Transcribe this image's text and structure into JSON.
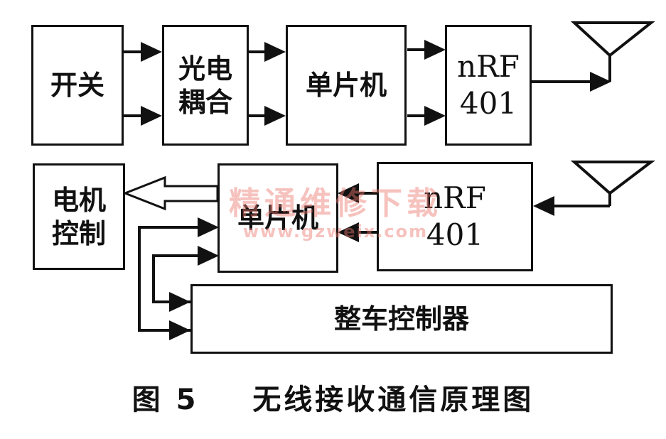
{
  "blocks": {
    "switch": "开关",
    "optocoupler_line1": "光电",
    "optocoupler_line2": "耦合",
    "mcu_top": "单片机",
    "rf_top_line1": "nRF",
    "rf_top_line2": "401",
    "motor_line1": "电机",
    "motor_line2": "控制",
    "mcu_bottom": "单片机",
    "rf_bottom_line1": "nRF",
    "rf_bottom_line2": "401",
    "vehicle_controller": "整车控制器"
  },
  "watermark": {
    "line1": "精通维修下载",
    "line2": "www.gzweix.com"
  },
  "caption": {
    "figure_number": "图 5",
    "title": "无线接收通信原理图"
  }
}
